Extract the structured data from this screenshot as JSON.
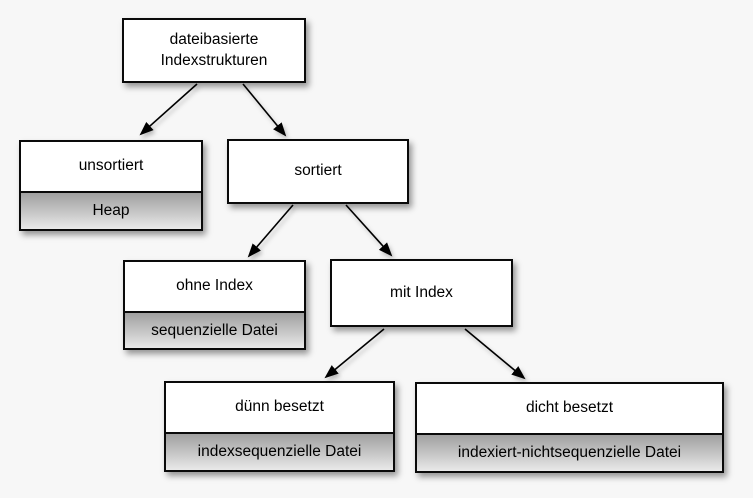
{
  "diagram": {
    "language": "de",
    "nodes": {
      "root": {
        "label": "dateibasierte Indexstrukturen"
      },
      "unsortiert": {
        "label": "unsortiert",
        "sublabel": "Heap"
      },
      "sortiert": {
        "label": "sortiert"
      },
      "ohne_index": {
        "label": "ohne Index",
        "sublabel": "sequenzielle Datei"
      },
      "mit_index": {
        "label": "mit Index"
      },
      "duenn": {
        "label": "dünn besetzt",
        "sublabel": "indexsequenzielle Datei"
      },
      "dicht": {
        "label": "dicht besetzt",
        "sublabel": "indexiert-nichtsequenzielle Datei"
      }
    },
    "edges": [
      {
        "from": "root",
        "to": "unsortiert"
      },
      {
        "from": "root",
        "to": "sortiert"
      },
      {
        "from": "sortiert",
        "to": "ohne_index"
      },
      {
        "from": "sortiert",
        "to": "mit_index"
      },
      {
        "from": "mit_index",
        "to": "duenn"
      },
      {
        "from": "mit_index",
        "to": "dicht"
      }
    ],
    "colors": {
      "background": "#f7f7f7",
      "box_fill": "#ffffff",
      "box_border": "#0a0a0a",
      "sublabel_gradient_top": "#a0a0a0",
      "sublabel_gradient_bottom": "#e9e9e9",
      "arrow": "#000000",
      "text": "#000000"
    }
  }
}
